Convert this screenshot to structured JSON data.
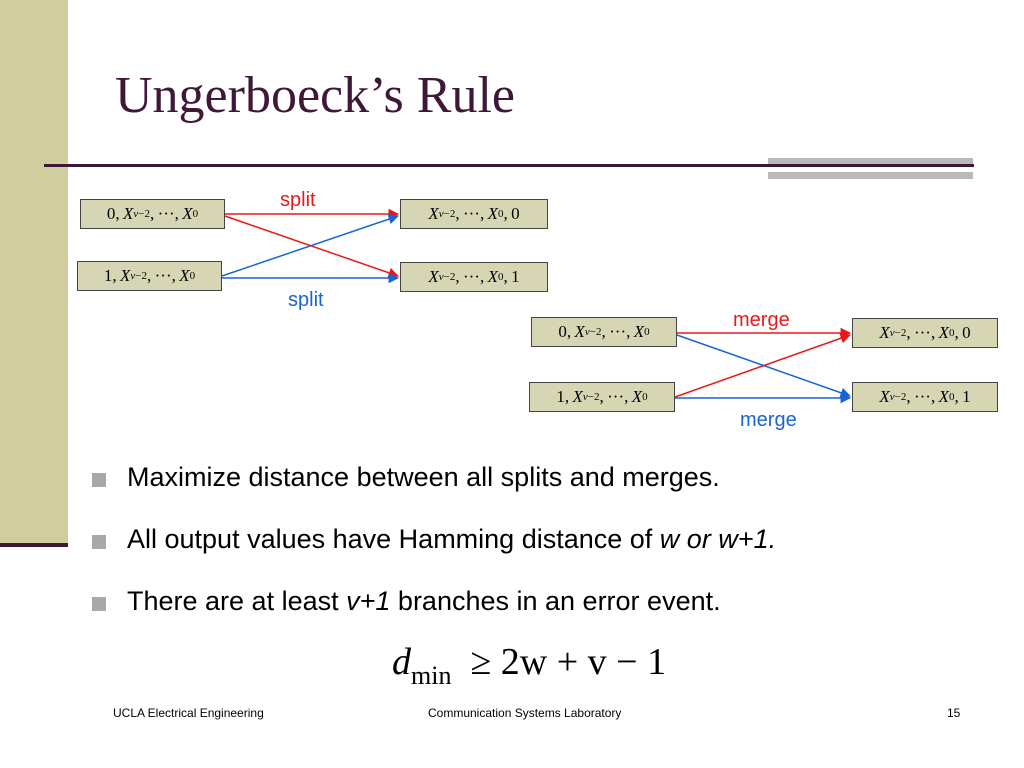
{
  "slide": {
    "title": "Ungerboeck’s Rule",
    "labels": {
      "split_top": "split",
      "split_bottom": "split",
      "merge_top": "merge",
      "merge_bottom": "merge"
    },
    "bullets": [
      {
        "prefix": "Maximize distance between all splits and merges.",
        "italic": "",
        "suffix": ""
      },
      {
        "prefix": "All output values have Hamming distance of ",
        "italic": "w or w+1.",
        "suffix": ""
      },
      {
        "prefix": "There are at least ",
        "italic": "v+1",
        "suffix": " branches in an error event."
      }
    ],
    "formula": {
      "lhs": "d",
      "sub": "min",
      "rhs": "≥ 2w + v − 1"
    }
  },
  "colors": {
    "sidebar": "#d0ce9e",
    "title": "#3f1838",
    "box_fill": "#d6d6b4",
    "split_red": "#e8191a",
    "split_blue": "#1863d6"
  },
  "footer": {
    "left": "UCLA Electrical Engineering",
    "center": "Communication Systems Laboratory",
    "page": "15"
  }
}
